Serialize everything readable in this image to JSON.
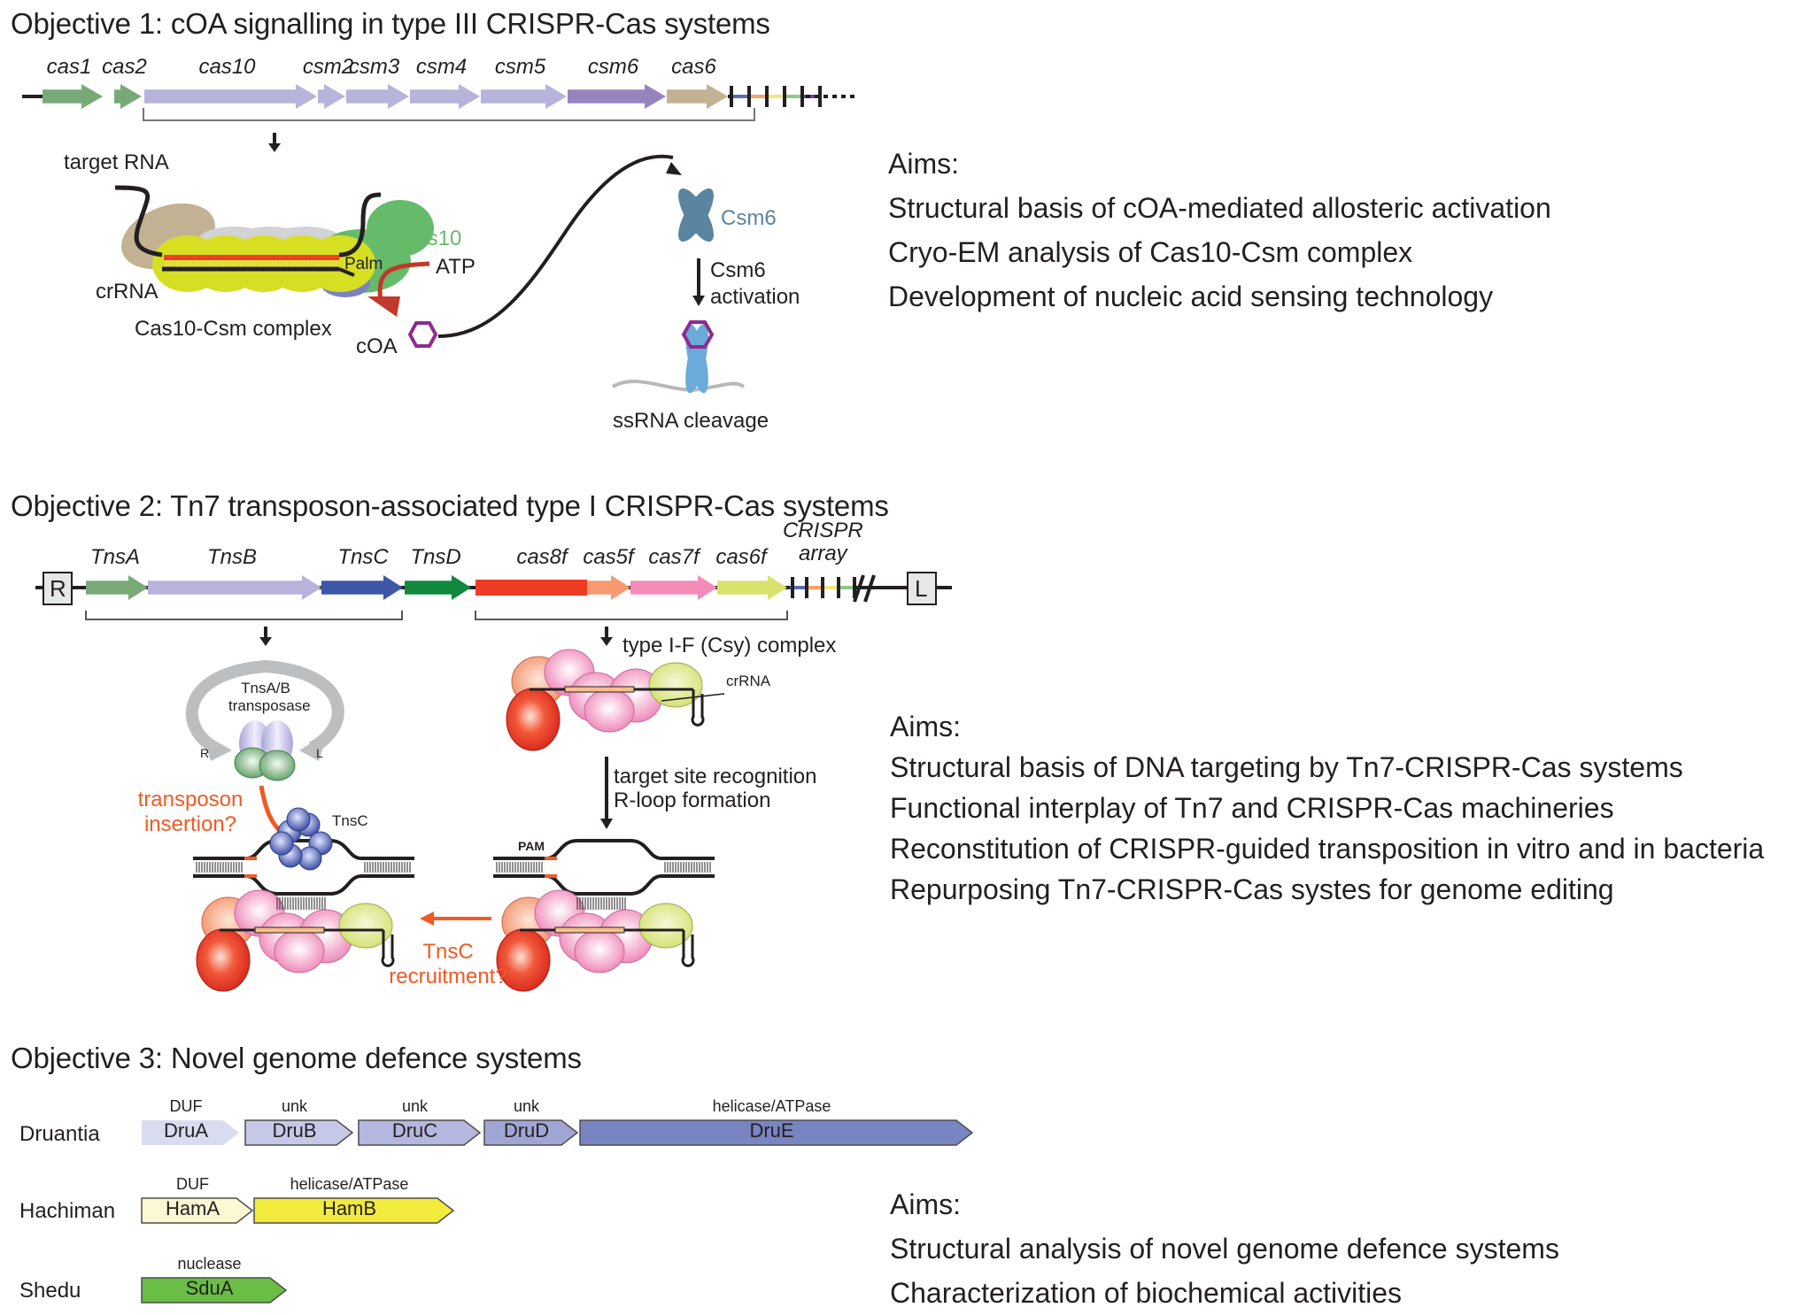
{
  "objectives": [
    {
      "title": "Objective 1: cOA signalling in type III CRISPR-Cas systems",
      "genes": [
        {
          "name": "cas1",
          "color": "#78aa78"
        },
        {
          "name": "cas2",
          "color": "#78aa78"
        },
        {
          "name": "cas10",
          "color": "#b7b3da"
        },
        {
          "name": "csm2",
          "color": "#b7b3da"
        },
        {
          "name": "csm3",
          "color": "#b7b3da"
        },
        {
          "name": "csm4",
          "color": "#b7b3da"
        },
        {
          "name": "csm5",
          "color": "#b7b3da"
        },
        {
          "name": "csm6",
          "color": "#9783bd"
        },
        {
          "name": "cas6",
          "color": "#c3b194"
        }
      ],
      "array_colors": [
        "#5b6bb5",
        "#f7a467",
        "#f2e77a",
        "#8cc98a",
        "#6b3fa0"
      ],
      "diagram_labels": {
        "target_rna": "target RNA",
        "crrna": "crRNA",
        "palm": "Palm",
        "cas10": "Cas10",
        "atp": "ATP",
        "coa": "cOA",
        "complex": "Cas10-Csm complex",
        "csm6": "Csm6",
        "csm6_activation_1": "Csm6",
        "csm6_activation_2": "activation",
        "ssrna": "ssRNA cleavage"
      },
      "aims_heading": "Aims:",
      "aims": [
        "Structural basis of cOA-mediated allosteric activation",
        "Cryo-EM analysis of Cas10-Csm complex",
        "Development of nucleic acid sensing technology"
      ]
    },
    {
      "title": "Objective 2: Tn7 transposon-associated type I CRISPR-Cas systems",
      "end_left": "R",
      "end_right": "L",
      "genes": [
        {
          "name": "TnsA",
          "color": "#78aa78"
        },
        {
          "name": "TnsB",
          "color": "#b7b3da"
        },
        {
          "name": "TnsC",
          "color": "#3e56a6"
        },
        {
          "name": "TnsD",
          "color": "#10893e"
        },
        {
          "name": "cas8f",
          "color": "#ee3b24"
        },
        {
          "name": "cas5f",
          "color": "#f79a72"
        },
        {
          "name": "cas7f",
          "color": "#f48cb9"
        },
        {
          "name": "cas6f",
          "color": "#d9e36c"
        }
      ],
      "array_label_1": "CRISPR",
      "array_label_2": "array",
      "diagram_labels": {
        "transposase_1": "TnsA/B",
        "transposase_2": "transposase",
        "r": "R",
        "l": "L",
        "csy_complex": "type I-F (Csy) complex",
        "crrna": "crRNA",
        "recognition_1": "target site recognition",
        "recognition_2": "R-loop formation",
        "insertion_1": "transposon",
        "insertion_2": "insertion?",
        "tnsc": "TnsC",
        "pam": "PAM",
        "recruit_1": "TnsC",
        "recruit_2": "recruitment?"
      },
      "aims_heading": "Aims:",
      "aims": [
        "Structural basis of DNA targeting by Tn7-CRISPR-Cas systems",
        "Functional interplay of Tn7 and CRISPR-Cas machineries",
        "Reconstitution of CRISPR-guided transposition in vitro and in bacteria",
        "Repurposing Tn7-CRISPR-Cas systes for genome editing"
      ]
    },
    {
      "title": "Objective 3: Novel genome defence systems",
      "systems": [
        {
          "name": "Druantia",
          "genes": [
            {
              "name": "DruA",
              "function": "DUF",
              "color": "#d9dcf0"
            },
            {
              "name": "DruB",
              "function": "unk",
              "color": "#c5c8e6"
            },
            {
              "name": "DruC",
              "function": "unk",
              "color": "#b4b8de"
            },
            {
              "name": "DruD",
              "function": "unk",
              "color": "#a0a6d4"
            },
            {
              "name": "DruE",
              "function": "helicase/ATPase",
              "color": "#7985c2"
            }
          ]
        },
        {
          "name": "Hachiman",
          "genes": [
            {
              "name": "HamA",
              "function": "DUF",
              "color": "#fdf8d4"
            },
            {
              "name": "HamB",
              "function": "helicase/ATPase",
              "color": "#f2ea3c"
            }
          ]
        },
        {
          "name": "Shedu",
          "genes": [
            {
              "name": "SduA",
              "function": "nuclease",
              "color": "#6abd45"
            }
          ]
        }
      ],
      "aims_heading": "Aims:",
      "aims": [
        "Structural analysis of novel genome defence systems",
        "Characterization of biochemical activities"
      ]
    }
  ]
}
